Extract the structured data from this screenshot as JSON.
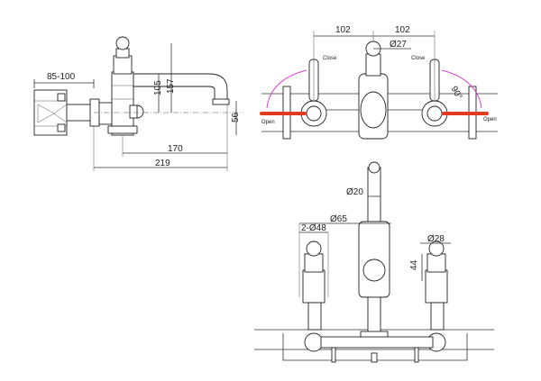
{
  "dimensions": {
    "side": {
      "d1": "85-100",
      "d2": "105",
      "d3": "157",
      "d4": "56",
      "d5": "170",
      "d6": "219"
    },
    "front": {
      "d1": "102",
      "d2": "102",
      "d3": "Ø27",
      "close_left": "Close",
      "close_right": "Close",
      "open_left": "Open",
      "open_right": "Open",
      "angle": "90°"
    },
    "back": {
      "d1": "Ø20",
      "d2": "Ø65",
      "d3": "2-Ø48",
      "d4": "Ø28",
      "d5": "44"
    }
  },
  "colors": {
    "handle_open": "#e23a1e",
    "arc": "#e040d0",
    "line": "#333333"
  }
}
